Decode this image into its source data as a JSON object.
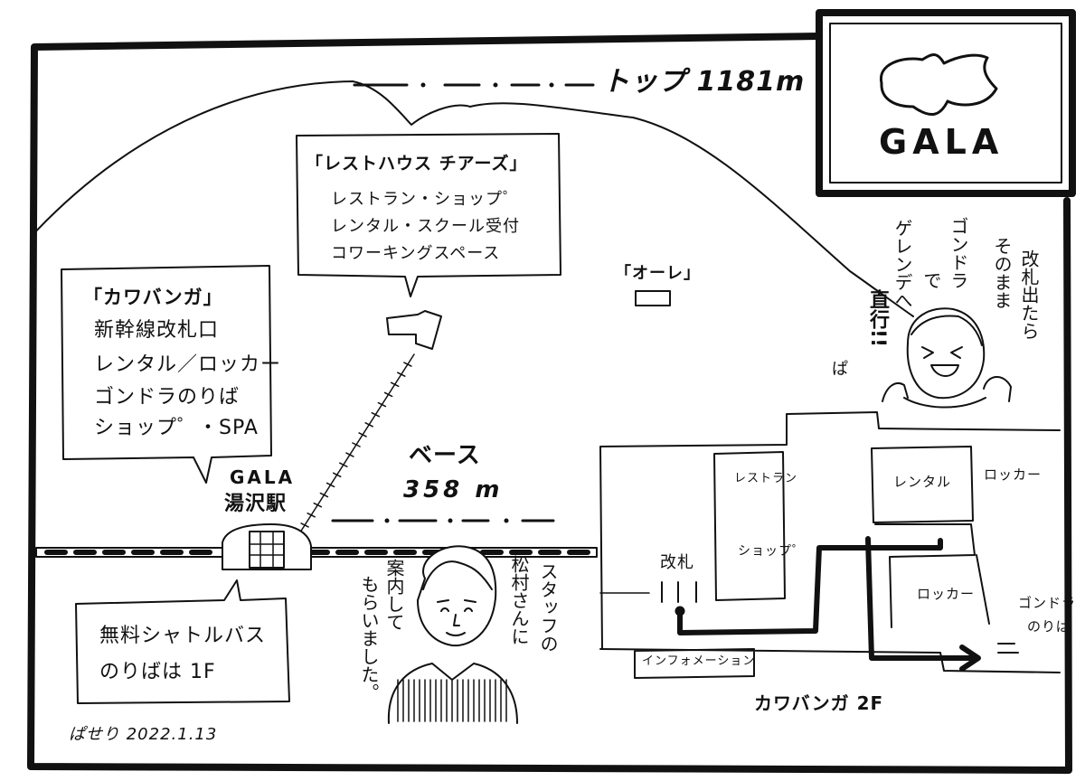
{
  "logo": {
    "text": "GALA"
  },
  "elevation": {
    "top": "トップ 1181m",
    "base_line1": "ベース",
    "base_line2": "358 m"
  },
  "rest_house": {
    "title": "「レストハウス チアーズ」",
    "lines": [
      "レストラン・ショップ゜",
      "レンタル・スクール受付",
      "コワーキングスペース"
    ]
  },
  "ore_label": "「オーレ」",
  "kawabanga": {
    "title": "「カワバンガ」",
    "lines": [
      "新幹線改札口",
      "レンタル／ロッカー",
      "ゴンドラのりば",
      "ショップ゜・SPA"
    ]
  },
  "station": {
    "line1": "GALA",
    "line2": "湯沢駅"
  },
  "shuttle": {
    "line1": "無料シャトルバス",
    "line2": "のりばは 1F"
  },
  "staff_note": [
    "スタッフの",
    "松村さんに",
    "案内して",
    "もらいました。"
  ],
  "character_note": [
    "改札出たら",
    "そのまま",
    "ゴンドラ",
    "で",
    "ゲレンデへ",
    "直行!!"
  ],
  "character_sound": "ぱ",
  "floor_map": {
    "restaurant": "レストラン",
    "shop": "ショップ゜",
    "gate": "改札",
    "rental": "レンタル",
    "locker_top": "ロッカー",
    "locker_mid": "ロッカー",
    "gondola": [
      "ゴンドラ",
      "のりば"
    ],
    "information": "インフォメーション",
    "floor_caption": "カワバンガ 2F"
  },
  "signature": "ぱせり 2022.1.13"
}
